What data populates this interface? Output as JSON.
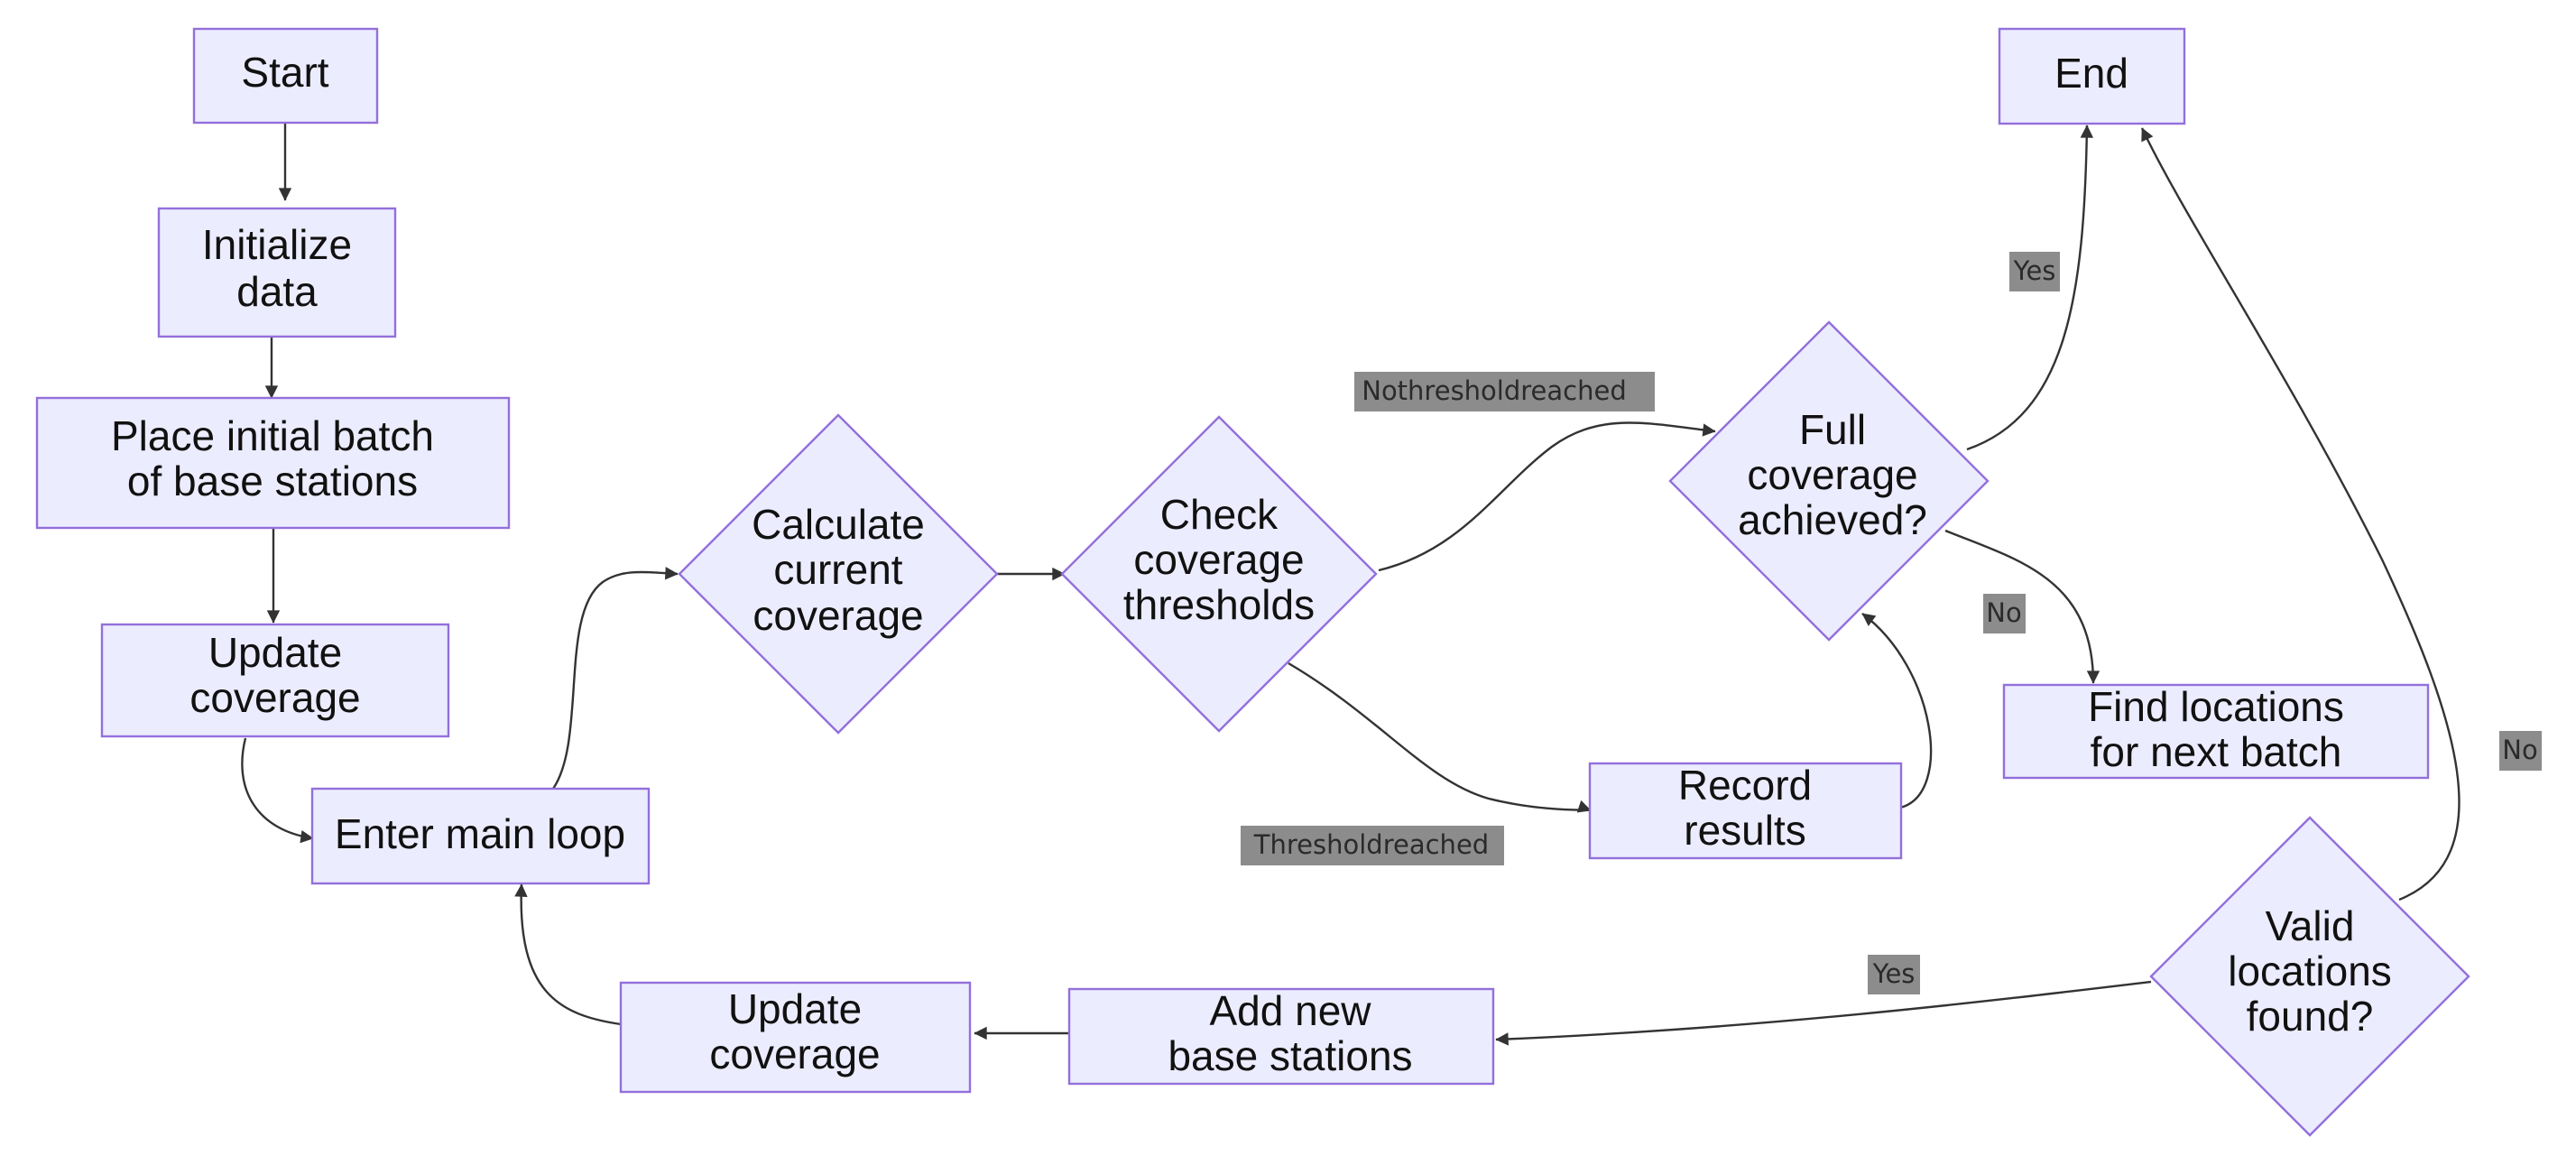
{
  "theme": {
    "node_fill": "#ECECFF",
    "node_stroke": "#9370DB",
    "edge_color": "#333333",
    "edge_label_bg": "#8c8c8c",
    "background": "#ffffff"
  },
  "nodes": {
    "start": {
      "shape": "rect",
      "lines": [
        "Start"
      ]
    },
    "init_data": {
      "shape": "rect",
      "lines": [
        "Initialize",
        "data"
      ]
    },
    "place_initial": {
      "shape": "rect",
      "lines": [
        "Place initial batch",
        "of base stations"
      ]
    },
    "update_coverage_1": {
      "shape": "rect",
      "lines": [
        "Update",
        "coverage"
      ]
    },
    "main_loop": {
      "shape": "rect",
      "lines": [
        "Enter main loop"
      ]
    },
    "calc_coverage": {
      "shape": "diamond",
      "lines": [
        "Calculate",
        "current",
        "coverage"
      ]
    },
    "check_thresholds": {
      "shape": "diamond",
      "lines": [
        "Check",
        "coverage",
        "thresholds"
      ]
    },
    "full_coverage": {
      "shape": "diamond",
      "lines": [
        "Full",
        "coverage",
        "achieved?"
      ]
    },
    "end": {
      "shape": "rect",
      "lines": [
        "End"
      ]
    },
    "record_results": {
      "shape": "rect",
      "lines": [
        "Record",
        "results"
      ]
    },
    "find_locations": {
      "shape": "rect",
      "lines": [
        "Find locations",
        "for next batch"
      ]
    },
    "valid_locations": {
      "shape": "diamond",
      "lines": [
        "Valid",
        "locations",
        "found?"
      ]
    },
    "add_stations": {
      "shape": "rect",
      "lines": [
        "Add new",
        "base stations"
      ]
    },
    "update_coverage_2": {
      "shape": "rect",
      "lines": [
        "Update",
        "coverage"
      ]
    }
  },
  "edges": [
    {
      "id": "start-to-init",
      "from": "start",
      "to": "init_data",
      "label": ""
    },
    {
      "id": "init-to-place",
      "from": "init_data",
      "to": "place_initial",
      "label": ""
    },
    {
      "id": "place-to-update",
      "from": "place_initial",
      "to": "update_coverage_1",
      "label": ""
    },
    {
      "id": "update-to-loop",
      "from": "update_coverage_1",
      "to": "main_loop",
      "label": ""
    },
    {
      "id": "loop-to-calc",
      "from": "main_loop",
      "to": "calc_coverage",
      "label": ""
    },
    {
      "id": "calc-to-check",
      "from": "calc_coverage",
      "to": "check_thresholds",
      "label": ""
    },
    {
      "id": "check-to-full",
      "from": "check_thresholds",
      "to": "full_coverage",
      "label": "Nothresholdreached"
    },
    {
      "id": "check-to-record",
      "from": "check_thresholds",
      "to": "record_results",
      "label": "Thresholdreached"
    },
    {
      "id": "record-to-full",
      "from": "record_results",
      "to": "full_coverage",
      "label": ""
    },
    {
      "id": "full-to-end",
      "from": "full_coverage",
      "to": "end",
      "label": "Yes"
    },
    {
      "id": "full-to-find",
      "from": "full_coverage",
      "to": "find_locations",
      "label": "No"
    },
    {
      "id": "valid-to-end",
      "from": "valid_locations",
      "to": "end",
      "label": "No"
    },
    {
      "id": "valid-to-add",
      "from": "valid_locations",
      "to": "add_stations",
      "label": "Yes"
    },
    {
      "id": "add-to-update",
      "from": "add_stations",
      "to": "update_coverage_2",
      "label": ""
    },
    {
      "id": "update2-to-loop",
      "from": "update_coverage_2",
      "to": "main_loop",
      "label": ""
    }
  ]
}
